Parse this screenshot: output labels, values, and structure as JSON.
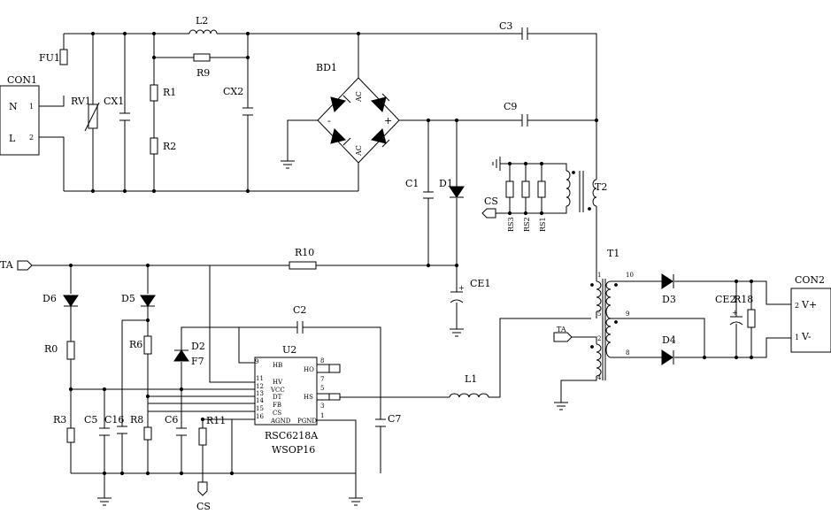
{
  "labels": {
    "fu1": "FU1",
    "con1": "CON1",
    "con1_n": "N",
    "con1_l": "L",
    "con1_p1": "1",
    "con1_p2": "2",
    "rv1": "RV1",
    "cx1": "CX1",
    "r1": "R1",
    "r2": "R2",
    "l2": "L2",
    "r9": "R9",
    "cx2": "CX2",
    "bd1": "BD1",
    "ac": "AC",
    "minus": "-",
    "plus": "+",
    "c3": "C3",
    "c9": "C9",
    "c1": "C1",
    "d1": "D1",
    "ce1": "CE1",
    "t2": "T2",
    "cs": "CS",
    "rs3": "RS3",
    "rs2": "RS2",
    "rs1": "RS1",
    "ta": "TA",
    "r10": "R10",
    "c2": "C2",
    "d6": "D6",
    "d5": "D5",
    "d2": "D2",
    "f7": "F7",
    "r0": "R0",
    "r6": "R6",
    "r3": "R3",
    "c5": "C5",
    "c16": "C16",
    "r8": "R8",
    "c6": "C6",
    "r11": "R11",
    "u2": "U2",
    "ic_part": "RSC6218A",
    "ic_pkg": "WSOP16",
    "c7": "C7",
    "l1": "L1",
    "t1": "T1",
    "d3": "D3",
    "d4": "D4",
    "ce2": "CE2",
    "r18": "R18",
    "con2": "CON2",
    "con2_p2": "2",
    "con2_p1": "1",
    "vplus": "V+",
    "vminus": "V-",
    "ic_pins": {
      "hb": "HB",
      "hv": "HV",
      "vcc": "VCC",
      "dt": "DT",
      "fb": "FB",
      "cs": "CS",
      "agnd": "AGND",
      "ho": "HO",
      "hs": "HS",
      "pgnd": "PGND",
      "n9": "9",
      "n11": "11",
      "n12": "12",
      "n13": "13",
      "n14": "14",
      "n15": "15",
      "n16": "16",
      "n8": "8",
      "n7": "7",
      "n5": "5",
      "n3": "3",
      "n1": "1"
    },
    "t1_pins": {
      "p1": "1",
      "p5": "5",
      "p2": "2",
      "p4": "4",
      "p10": "10",
      "p9": "9",
      "p8": "8"
    }
  }
}
